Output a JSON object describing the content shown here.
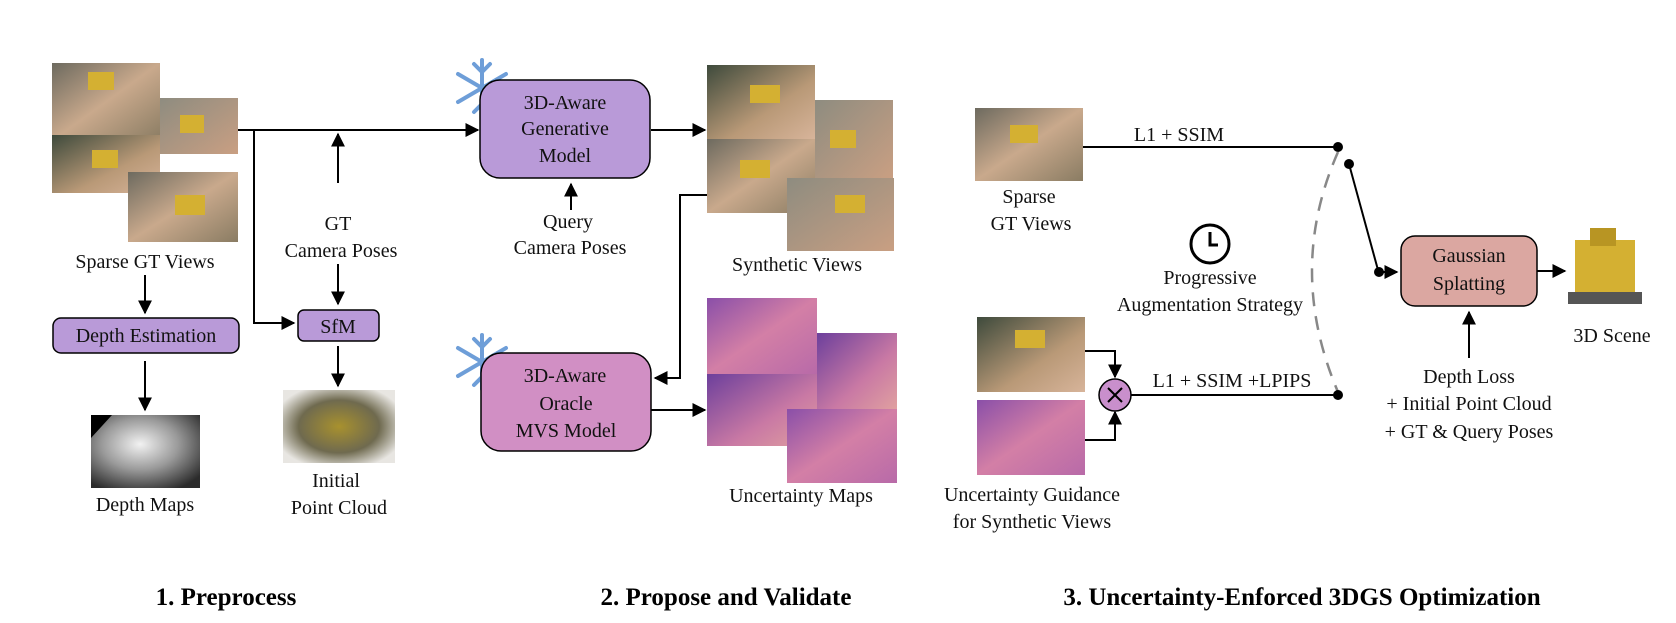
{
  "colors": {
    "purple_box": "#b99ad8",
    "pink_box": "#d18fc4",
    "gaussian_box": "#dba7a1",
    "node_fill": "#c98fcc",
    "snowflake": "#6e9ed8",
    "edge": "#000000",
    "dashed": "#888888"
  },
  "preprocess": {
    "sparse_views_label": "Sparse GT Views",
    "depth_estimation": "Depth Estimation",
    "depth_maps_label": "Depth Maps",
    "gt_label": "GT",
    "camera_poses_label": "Camera Poses",
    "sfm": "SfM",
    "point_cloud_l1": "Initial",
    "point_cloud_l2": "Point Cloud"
  },
  "propose": {
    "gen_model_l1": "3D-Aware",
    "gen_model_l2": "Generative",
    "gen_model_l3": "Model",
    "query_l1": "Query",
    "query_l2": "Camera Poses",
    "synthetic_label": "Synthetic Views",
    "mvs_l1": "3D-Aware",
    "mvs_l2": "Oracle",
    "mvs_l3": "MVS Model",
    "uncertainty_label": "Uncertainty Maps"
  },
  "optimization": {
    "sparse_l1": "Sparse",
    "sparse_l2": "GT Views",
    "loss_top": "L1 + SSIM",
    "loss_bottom": "L1 + SSIM +LPIPS",
    "progressive_l1": "Progressive",
    "progressive_l2": "Augmentation Strategy",
    "uncert_guid_l1": "Uncertainty Guidance",
    "uncert_guid_l2": "for Synthetic Views",
    "gaussian_l1": "Gaussian",
    "gaussian_l2": "Splatting",
    "scene_label": "3D Scene",
    "depth_l1": "Depth Loss",
    "depth_l2": "+ Initial Point Cloud",
    "depth_l3": "+ GT & Query Poses"
  },
  "section_titles": {
    "s1": "1. Preprocess",
    "s2": "2. Propose and Validate",
    "s3": "3. Uncertainty-Enforced 3DGS Optimization"
  },
  "icons": [
    "snowflake-icon",
    "clock-icon",
    "multiply-icon"
  ]
}
